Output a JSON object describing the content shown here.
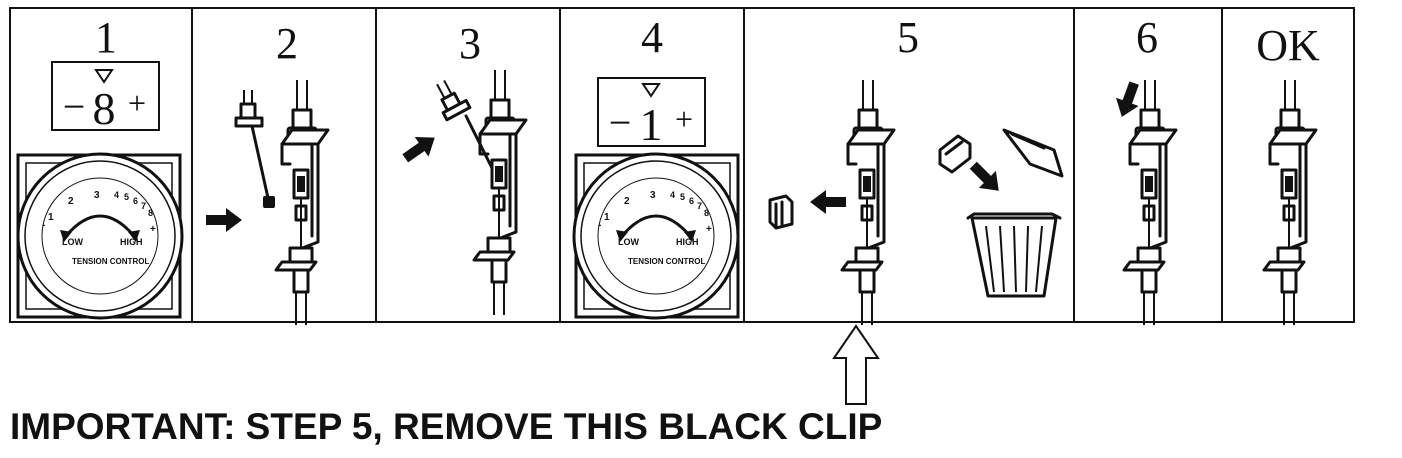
{
  "panels": [
    {
      "step": "1",
      "dial_value": "8"
    },
    {
      "step": "2"
    },
    {
      "step": "3"
    },
    {
      "step": "4",
      "dial_value": "1"
    },
    {
      "step": "5"
    },
    {
      "step": "6"
    },
    {
      "step": "OK"
    }
  ],
  "value_box": {
    "minus": "−",
    "plus": "+",
    "marker": "▽"
  },
  "dial": {
    "scale": [
      "1",
      "2",
      "3",
      "4",
      "5",
      "6",
      "7",
      "8"
    ],
    "low": "LOW",
    "high": "HIGH",
    "caption": "TENSION CONTROL",
    "minus": "-",
    "plus": "+"
  },
  "important_note": "IMPORTANT: STEP 5, REMOVE THIS BLACK CLIP",
  "icons": [
    "arrow-right-icon",
    "arrow-down-icon",
    "trash-can-icon",
    "hollow-up-arrow-icon"
  ]
}
